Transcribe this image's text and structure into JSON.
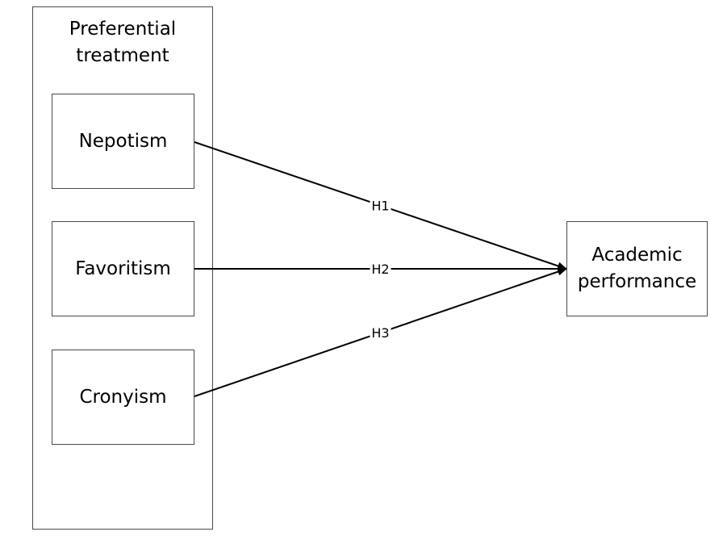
{
  "group": {
    "title_line1": "Preferential",
    "title_line2": "treatment"
  },
  "nodes": {
    "nepotism": "Nepotism",
    "favoritism": "Favoritism",
    "cronyism": "Cronyism",
    "outcome_line1": "Academic",
    "outcome_line2": "performance"
  },
  "edges": [
    {
      "from": "nepotism",
      "to": "outcome",
      "label": "H1"
    },
    {
      "from": "favoritism",
      "to": "outcome",
      "label": "H2"
    },
    {
      "from": "cronyism",
      "to": "outcome",
      "label": "H3"
    }
  ],
  "colors": {
    "line": "#000000",
    "border": "#4a4a4a"
  }
}
